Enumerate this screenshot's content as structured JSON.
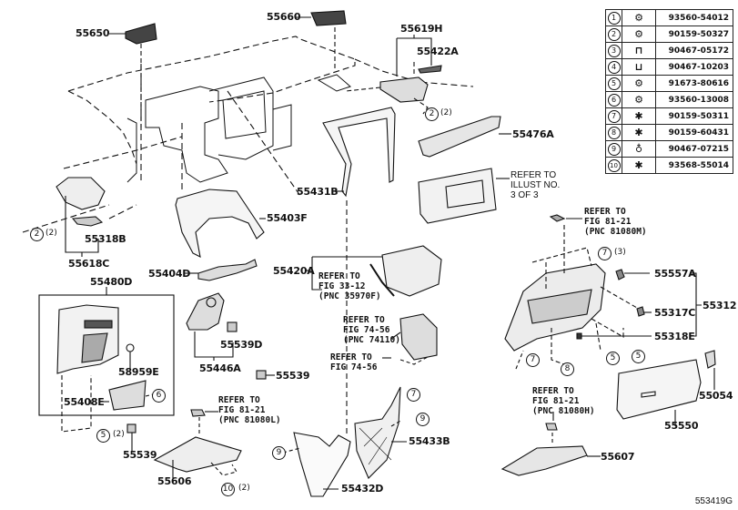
{
  "diagram": {
    "drawing_code": "553419G",
    "part_labels": [
      {
        "id": "55650",
        "text": "55650"
      },
      {
        "id": "55660",
        "text": "55660"
      },
      {
        "id": "55619H",
        "text": "55619H"
      },
      {
        "id": "55422A",
        "text": "55422A"
      },
      {
        "id": "55476A",
        "text": "55476A"
      },
      {
        "id": "55431B",
        "text": "55431B"
      },
      {
        "id": "55403F",
        "text": "55403F"
      },
      {
        "id": "55318B",
        "text": "55318B"
      },
      {
        "id": "55618C",
        "text": "55618C"
      },
      {
        "id": "55480D",
        "text": "55480D"
      },
      {
        "id": "55404D",
        "text": "55404D"
      },
      {
        "id": "55420A",
        "text": "55420A"
      },
      {
        "id": "55446A",
        "text": "55446A"
      },
      {
        "id": "55539D",
        "text": "55539D"
      },
      {
        "id": "58959E",
        "text": "58959E"
      },
      {
        "id": "55408E",
        "text": "55408E"
      },
      {
        "id": "55539a",
        "text": "55539"
      },
      {
        "id": "55539b",
        "text": "55539"
      },
      {
        "id": "55606",
        "text": "55606"
      },
      {
        "id": "55432D",
        "text": "55432D"
      },
      {
        "id": "55433B",
        "text": "55433B"
      },
      {
        "id": "55557A",
        "text": "55557A"
      },
      {
        "id": "55312",
        "text": "55312"
      },
      {
        "id": "55317C",
        "text": "55317C"
      },
      {
        "id": "55318E",
        "text": "55318E"
      },
      {
        "id": "55054",
        "text": "55054"
      },
      {
        "id": "55550",
        "text": "55550"
      },
      {
        "id": "55607",
        "text": "55607"
      }
    ],
    "references": {
      "illust": "REFER TO\nILLUST NO.\n3 OF 3",
      "fig33": "REFER TO\nFIG 33-12\n(PNC 35970F)",
      "fig74a": "REFER TO\nFIG 74-56\n(PNC 74110)",
      "fig74b": "REFER TO\nFIG 74-56",
      "fig81m": "REFER TO\nFIG 81-21\n(PNC 81080M)",
      "fig81l": "REFER TO\nFIG 81-21\n(PNC 81080L)",
      "fig81h": "REFER TO\nFIG 81-21\n(PNC 81080H)"
    },
    "callouts": [
      {
        "num": "2",
        "qty": "(2)"
      },
      {
        "num": "2",
        "qty": "(2)"
      },
      {
        "num": "7",
        "qty": "(3)"
      },
      {
        "num": "5",
        "qty": ""
      },
      {
        "num": "5",
        "qty": ""
      },
      {
        "num": "7",
        "qty": ""
      },
      {
        "num": "8",
        "qty": ""
      },
      {
        "num": "6",
        "qty": ""
      },
      {
        "num": "5",
        "qty": "(2)"
      },
      {
        "num": "10",
        "qty": "(2)"
      },
      {
        "num": "9",
        "qty": ""
      },
      {
        "num": "9",
        "qty": ""
      },
      {
        "num": "7",
        "qty": ""
      }
    ]
  },
  "fastener_legend": [
    {
      "num": "1",
      "icon": "bolt-icon",
      "part": "93560-54012"
    },
    {
      "num": "2",
      "icon": "bolt-icon",
      "part": "90159-50327"
    },
    {
      "num": "3",
      "icon": "clip-icon",
      "part": "90467-05172"
    },
    {
      "num": "4",
      "icon": "clip-icon",
      "part": "90467-10203"
    },
    {
      "num": "5",
      "icon": "bolt-icon",
      "part": "91673-80616"
    },
    {
      "num": "6",
      "icon": "bolt-icon",
      "part": "93560-13008"
    },
    {
      "num": "7",
      "icon": "screw-icon",
      "part": "90159-50311"
    },
    {
      "num": "8",
      "icon": "screw-icon",
      "part": "90159-60431"
    },
    {
      "num": "9",
      "icon": "pin-icon",
      "part": "90467-07215"
    },
    {
      "num": "10",
      "icon": "screw-icon",
      "part": "93568-55014"
    }
  ]
}
